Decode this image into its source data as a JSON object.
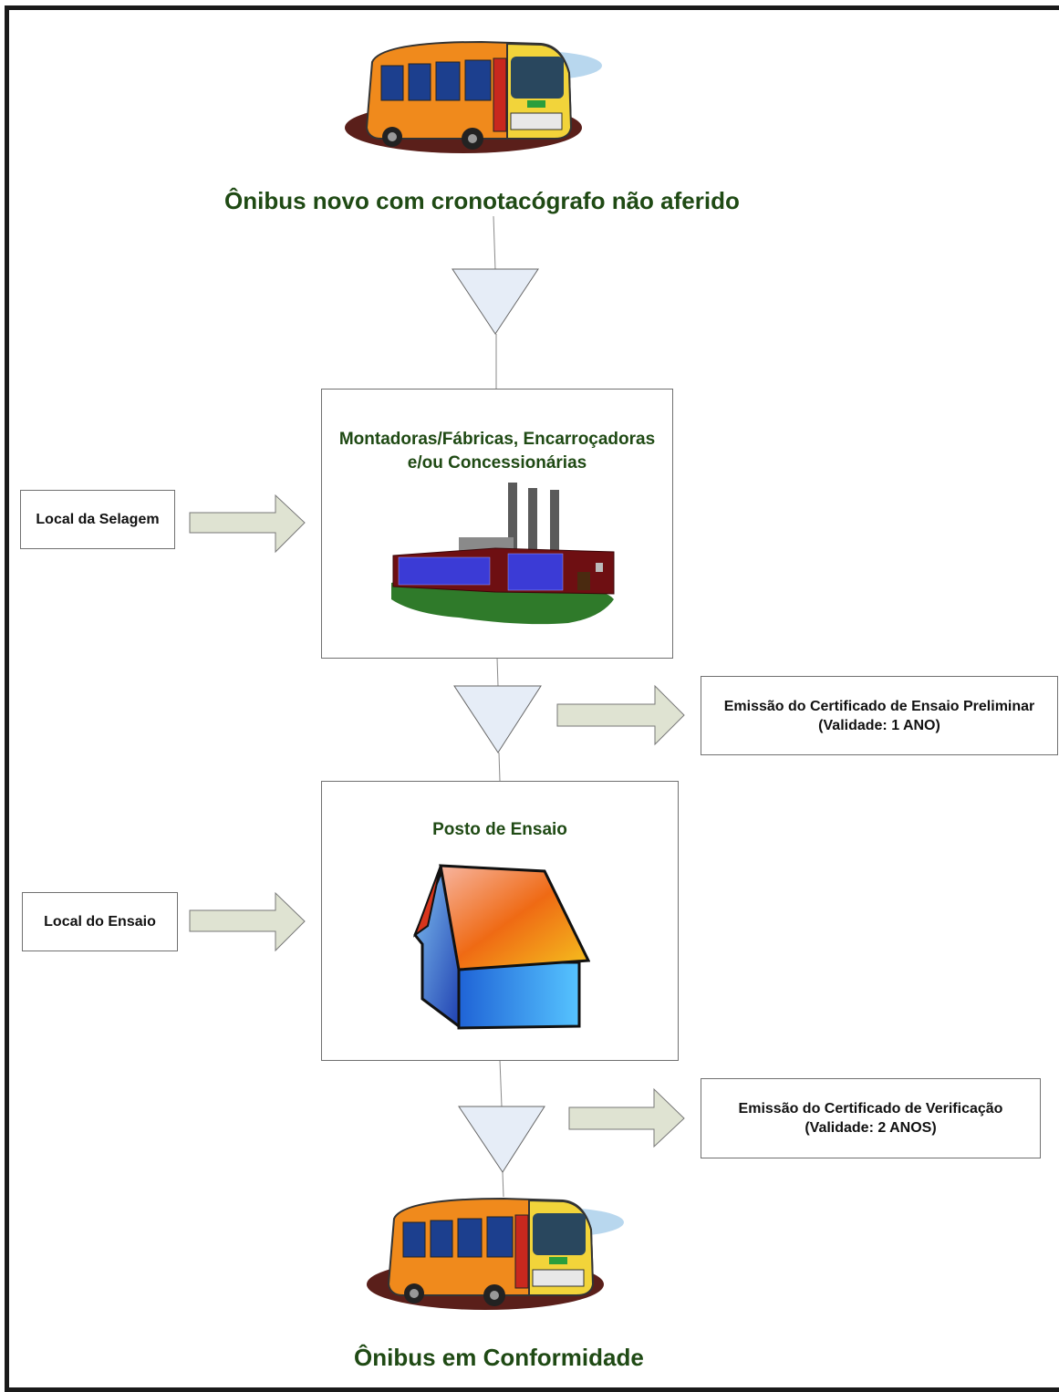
{
  "top_title": "Ônibus novo com cronotacógrafo não aferido",
  "bottom_title": "Ônibus em Conformidade",
  "factory_box": {
    "title_line1": "Montadoras/Fábricas, Encarroçadoras",
    "title_line2": "e/ou Concessionárias"
  },
  "test_box": {
    "title": "Posto de Ensaio"
  },
  "side_labels": {
    "sealing_location": "Local da Selagem",
    "test_location": "Local do Ensaio"
  },
  "certificates": {
    "preliminary_line1": "Emissão do Certificado de Ensaio Preliminar",
    "preliminary_line2": "(Validade: 1 ANO)",
    "verification_line1": "Emissão do Certificado de Verificação",
    "verification_line2": "(Validade: 2 ANOS)"
  },
  "icons": [
    "bus-icon",
    "factory-icon",
    "house-icon",
    "bus-icon"
  ],
  "colors": {
    "title_green": "#1f4a14",
    "triangle_fill": "#e6edf7",
    "arrow_fill": "#dfe3d2",
    "frame": "#1a1a1a"
  }
}
